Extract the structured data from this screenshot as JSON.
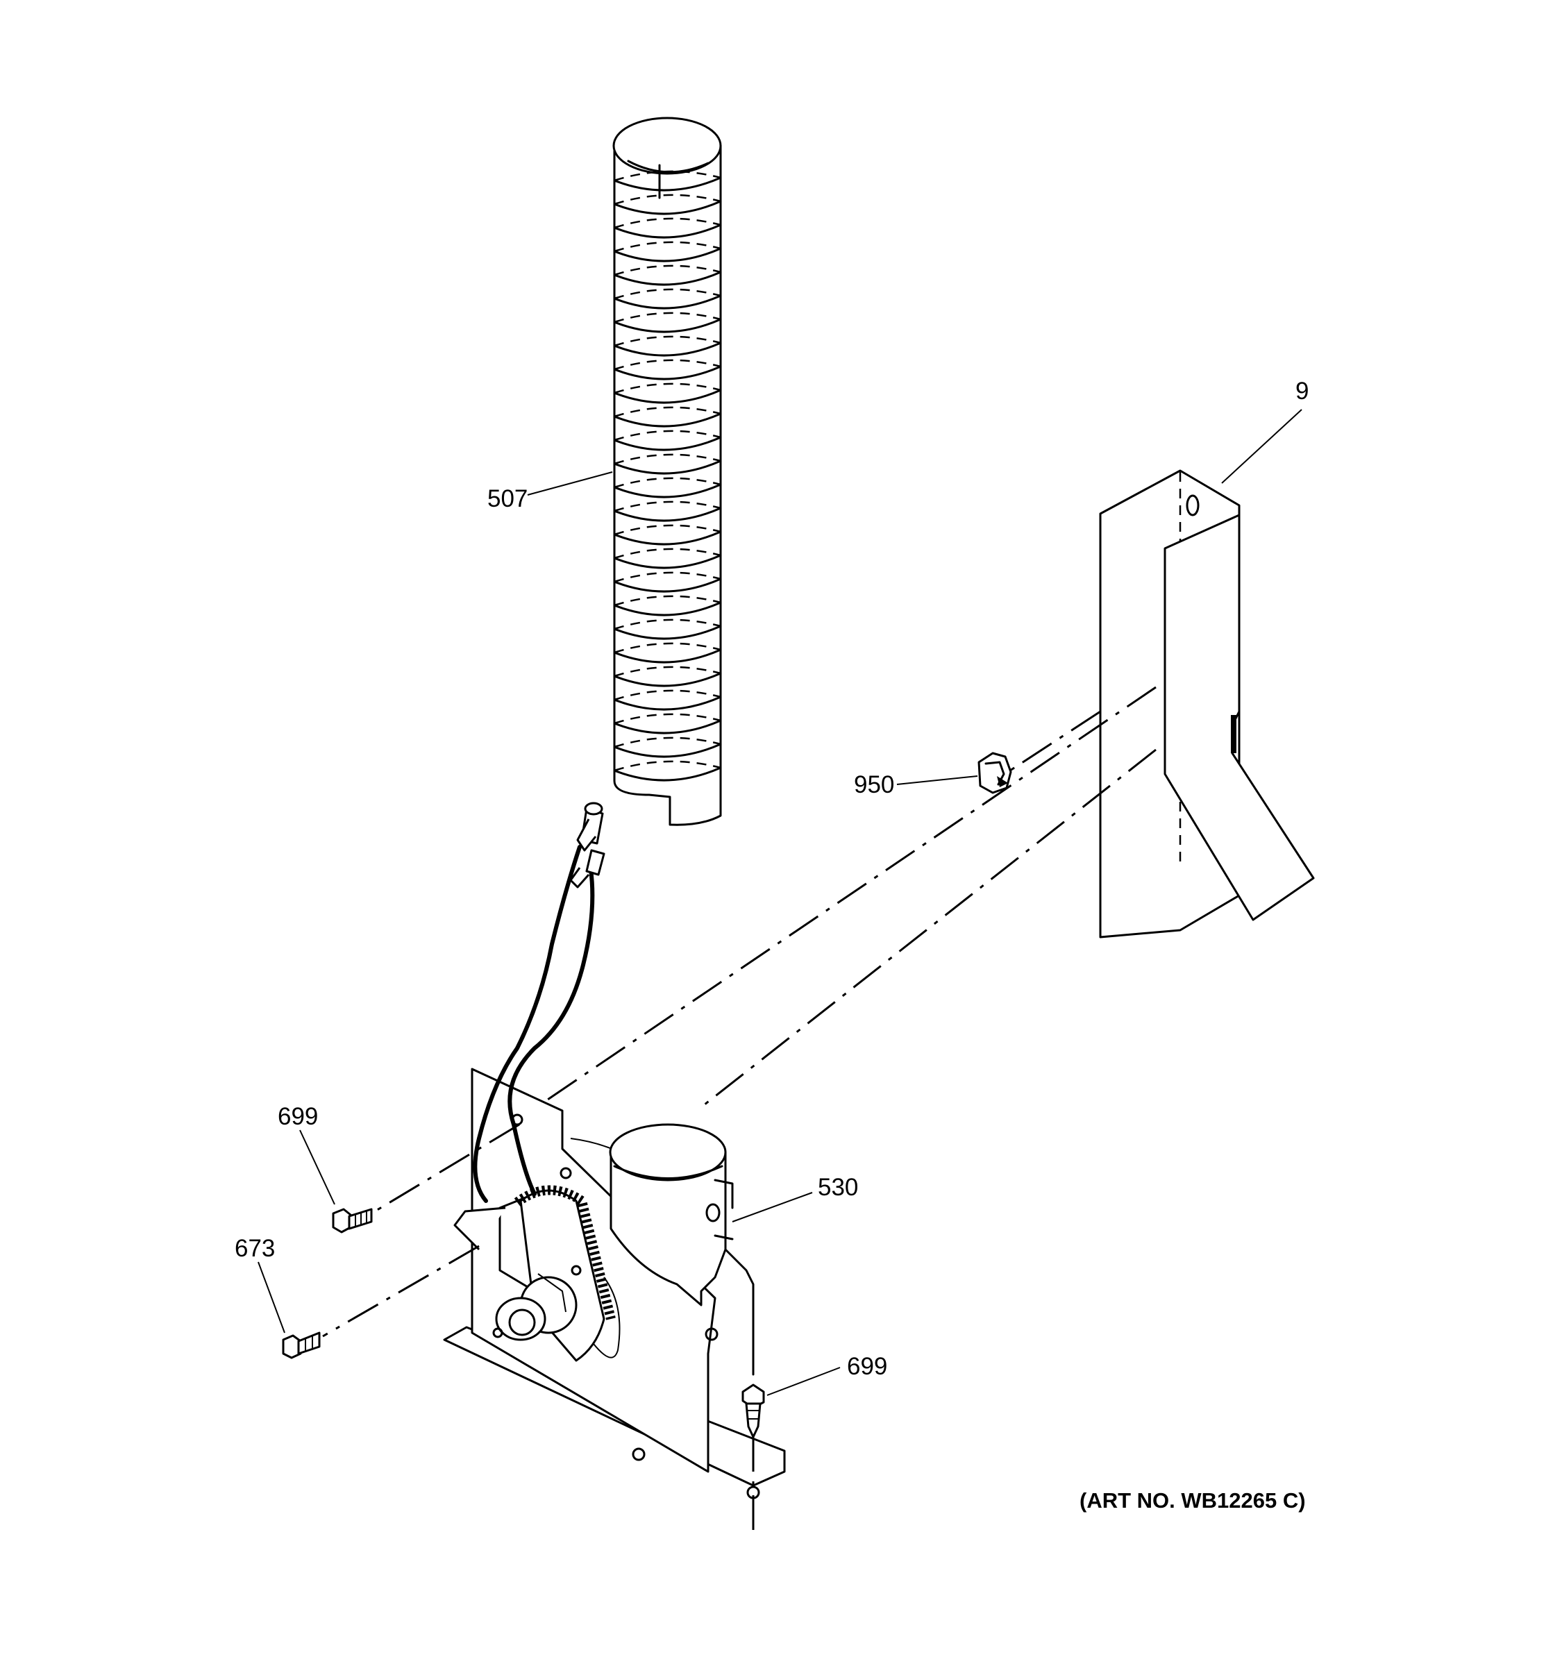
{
  "callouts": {
    "duct_hose": "507",
    "vent_bracket": "9",
    "clip": "950",
    "screw_upper_left": "699",
    "screw_lower_left": "673",
    "blower_housing": "530",
    "screw_bottom": "699"
  },
  "art_number": "(ART NO. WB12265 C)"
}
